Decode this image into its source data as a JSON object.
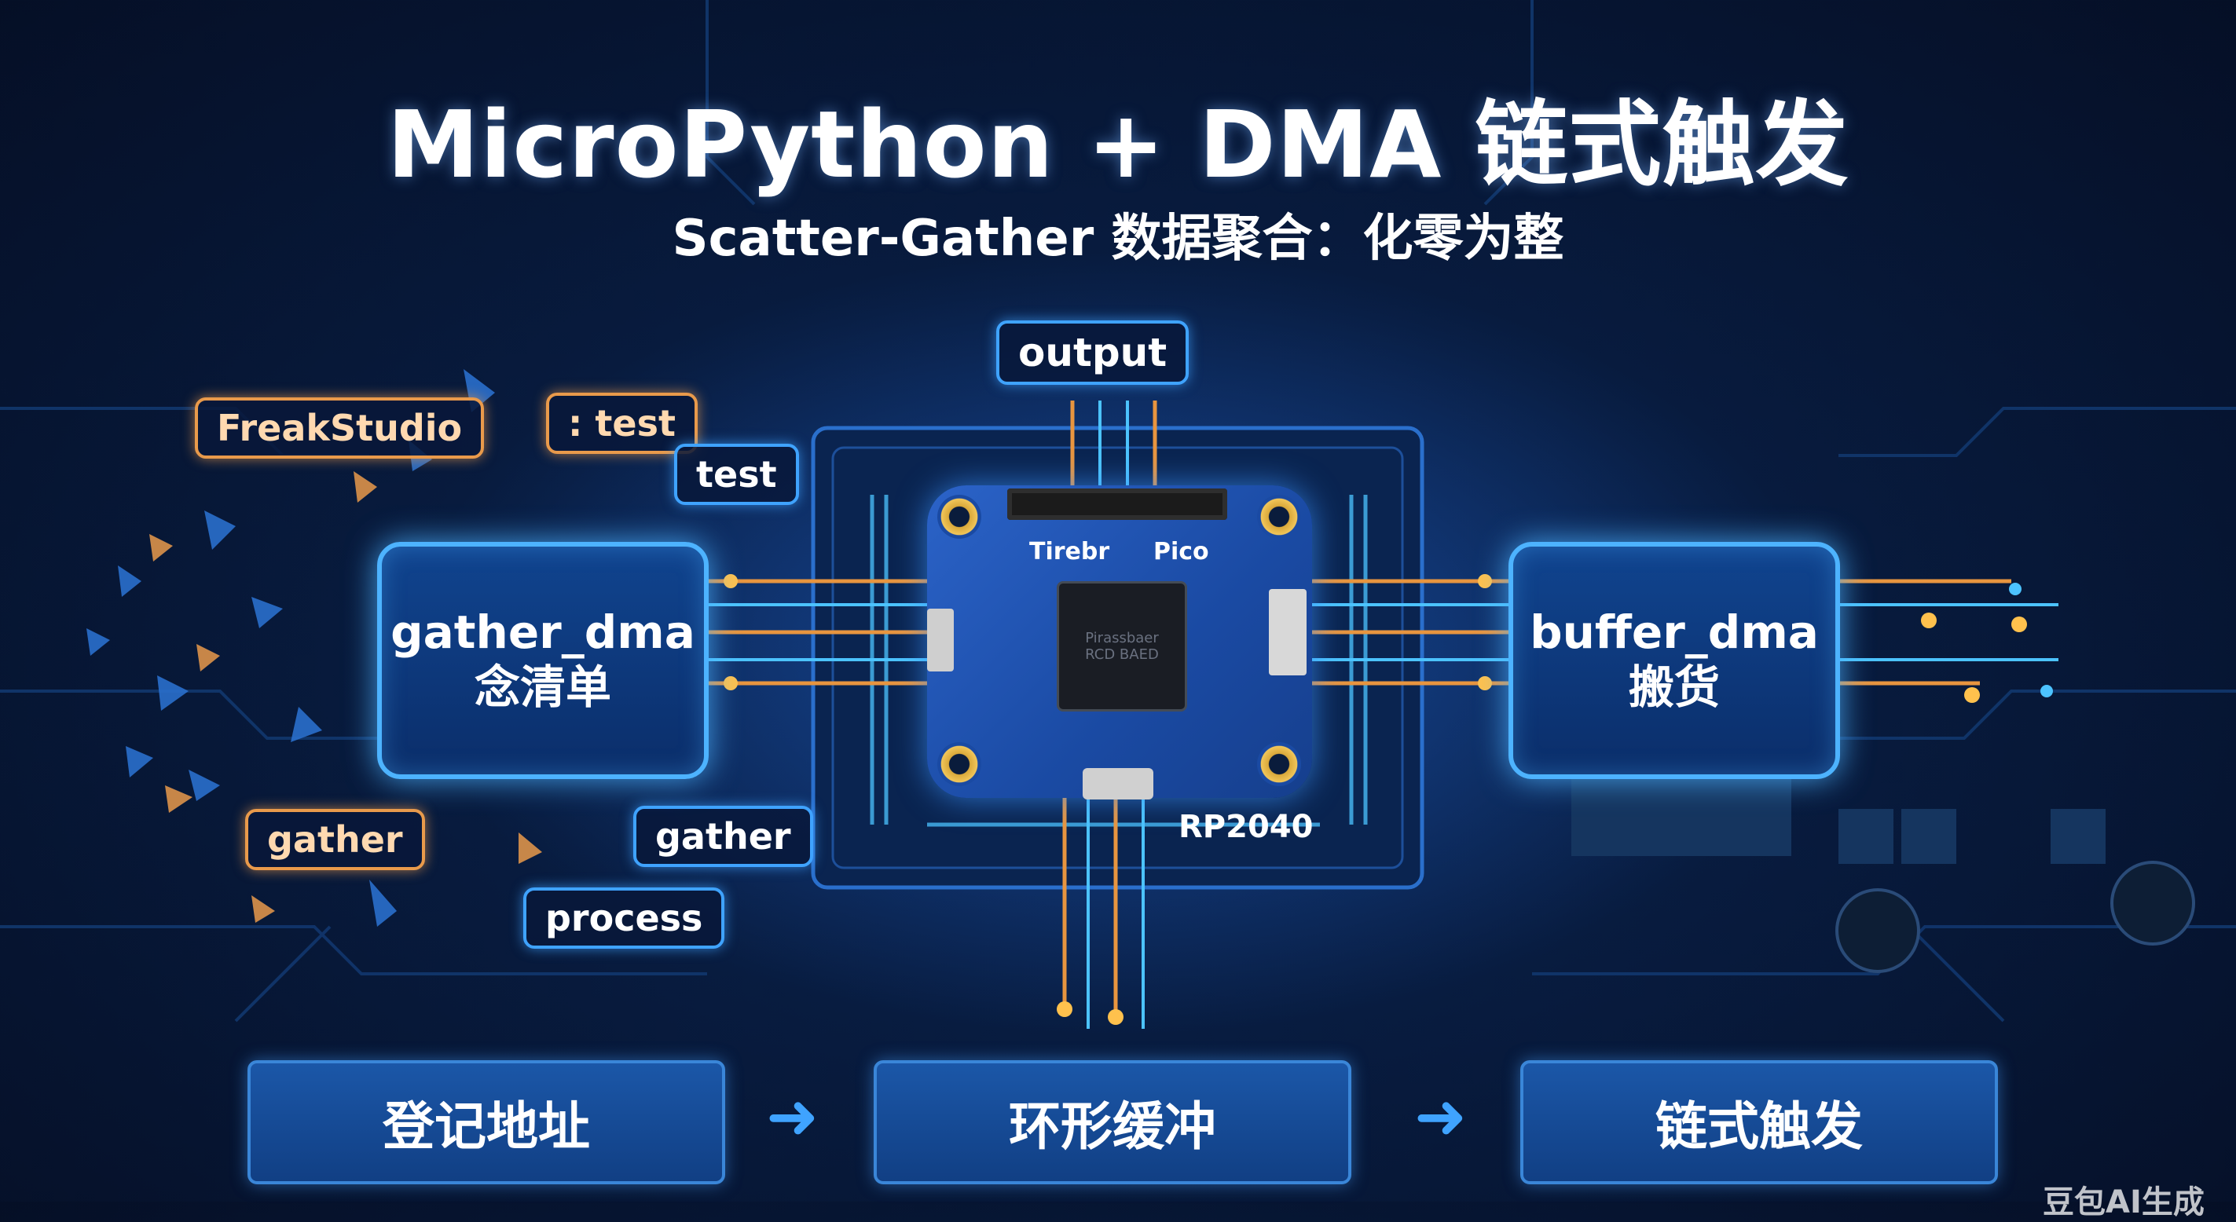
{
  "title": "MicroPython + DMA 链式触发",
  "subtitle": "Scatter-Gather 数据聚合：化零为整",
  "tags": {
    "freakstudio": "FreakStudio",
    "test_top": ": test",
    "test_right": "test",
    "gather_left": "gather",
    "gather_right": "gather",
    "process": "process",
    "output": "output"
  },
  "left_box": {
    "line1": "gather_dma",
    "line2": "念清单"
  },
  "right_box": {
    "line1": "buffer_dma",
    "line2": "搬货"
  },
  "board": {
    "brand_left": "Tirebr",
    "brand_right": "Pico",
    "chip_line1": "Pirassbaer",
    "chip_line2": "RCD BAED",
    "label": "RP2040"
  },
  "steps": [
    "登记地址",
    "环形缓冲",
    "链式触发"
  ],
  "arrow_symbol": "➜",
  "watermark": "豆包AI生成",
  "colors": {
    "accent": "#3fa3ff",
    "orange": "#e99a4b",
    "background": "#081c40"
  }
}
